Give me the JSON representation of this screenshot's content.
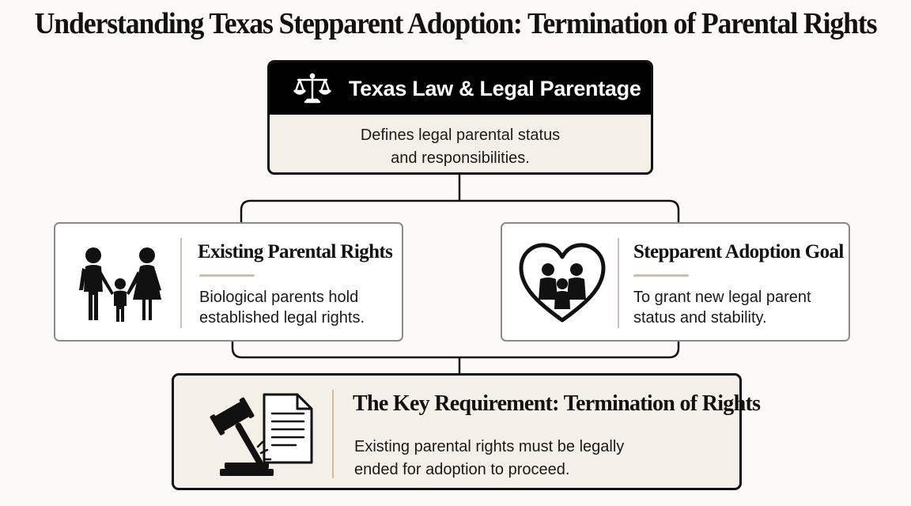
{
  "title": "Understanding Texas Stepparent Adoption: Termination of Parental Rights",
  "top": {
    "heading": "Texas Law & Legal Parentage",
    "description_line1": "Defines legal parental status",
    "description_line2": "and responsibilities.",
    "icon": "scales-of-justice-icon"
  },
  "left": {
    "heading": "Existing Parental Rights",
    "description_line1": "Biological parents hold",
    "description_line2": "established legal rights.",
    "icon": "family-icon"
  },
  "right": {
    "heading": "Stepparent Adoption Goal",
    "description_line1": "To grant new legal parent",
    "description_line2": "status and stability.",
    "icon": "family-heart-icon"
  },
  "bottom": {
    "heading": "The Key Requirement: Termination of Rights",
    "description_line1": "Existing parental rights must be legally",
    "description_line2": "ended for adoption to proceed.",
    "icon": "gavel-document-icon"
  },
  "colors": {
    "accent": "#d3bd9c",
    "box_fill": "#f4f0e8",
    "header_fill": "#000000"
  }
}
